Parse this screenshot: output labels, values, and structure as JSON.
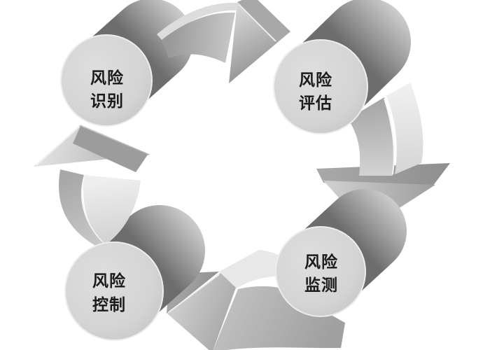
{
  "diagram": {
    "type": "cycle-diagram",
    "nodes": [
      {
        "id": "risk-identification",
        "label": "风险识别",
        "lines": [
          "风险",
          "识别"
        ]
      },
      {
        "id": "risk-assessment",
        "label": "风险评估",
        "lines": [
          "风险",
          "评估"
        ]
      },
      {
        "id": "risk-monitoring",
        "label": "风险监测",
        "lines": [
          "风险",
          "监测"
        ]
      },
      {
        "id": "risk-control",
        "label": "风险控制",
        "lines": [
          "风险",
          "控制"
        ]
      }
    ],
    "flow": [
      [
        "风险识别",
        "风险评估"
      ],
      [
        "风险评估",
        "风险监测"
      ],
      [
        "风险监测",
        "风险控制"
      ],
      [
        "风险控制",
        "风险识别"
      ]
    ],
    "flow_direction": "clockwise",
    "colors": {
      "background": "#ffffff",
      "text": "#1b1b1b",
      "cylinder_face": "#d6d6d6",
      "cylinder_body_dark": "#6d6d6d",
      "cylinder_body_light": "#cdcdcd",
      "arrow_mid": "#b8b8b8",
      "arrow_light": "#e8e8e8",
      "arrow_sliver": "#dcdcdc",
      "arrow_dark": "#9c9c9c",
      "arrow_dark_alt": "#a8a8a8",
      "edge_highlight": "#f2f2f2"
    }
  }
}
